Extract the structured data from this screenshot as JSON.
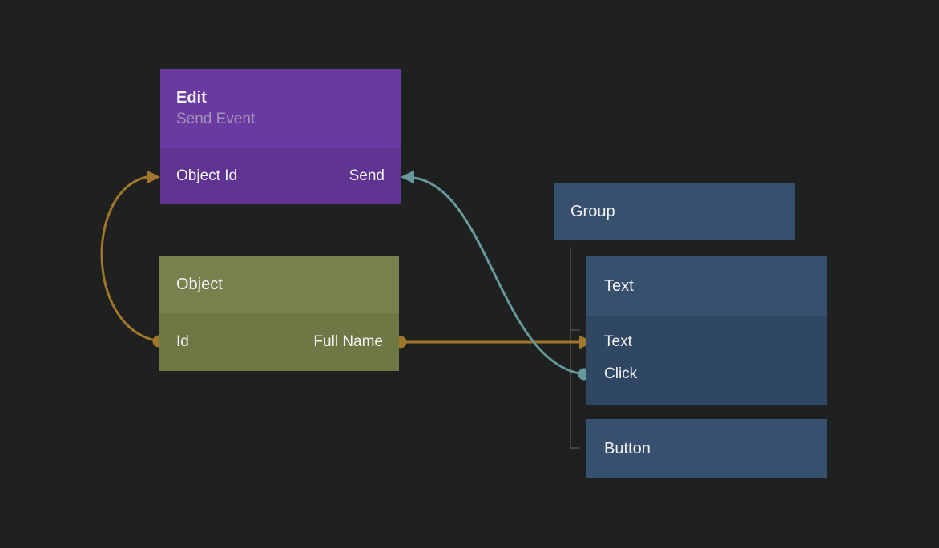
{
  "app": {
    "view": "node-graph-canvas"
  },
  "colors": {
    "background": "#1f2020",
    "edit_header": "#693aa0",
    "edit_body": "#5e3392",
    "object_header": "#76814d",
    "object_body": "#6d7845",
    "blue_header": "#36506d",
    "blue_body": "#2f4763",
    "wire_orange": "#a0762b",
    "wire_teal": "#67999c",
    "tree_line": "#4d4d4d",
    "title_text": "#f2f2f2",
    "subtitle_text": "#a593bd"
  },
  "nodes": {
    "edit": {
      "title": "Edit",
      "subtitle": "Send Event",
      "ports": {
        "input": "Object Id",
        "output": "Send"
      }
    },
    "object": {
      "title": "Object",
      "ports": {
        "left": "Id",
        "right": "Full Name"
      }
    },
    "group": {
      "title": "Group"
    },
    "text": {
      "title": "Text",
      "ports": {
        "input": "Text",
        "output": "Click"
      }
    },
    "button": {
      "title": "Button"
    }
  },
  "connections": [
    {
      "from": "Object.Id",
      "to": "Edit.Object Id",
      "color": "#a0762b"
    },
    {
      "from": "Object.Full Name",
      "to": "Text.Text",
      "color": "#a0762b"
    },
    {
      "from": "Text.Click",
      "to": "Edit.Send",
      "color": "#67999c"
    }
  ]
}
